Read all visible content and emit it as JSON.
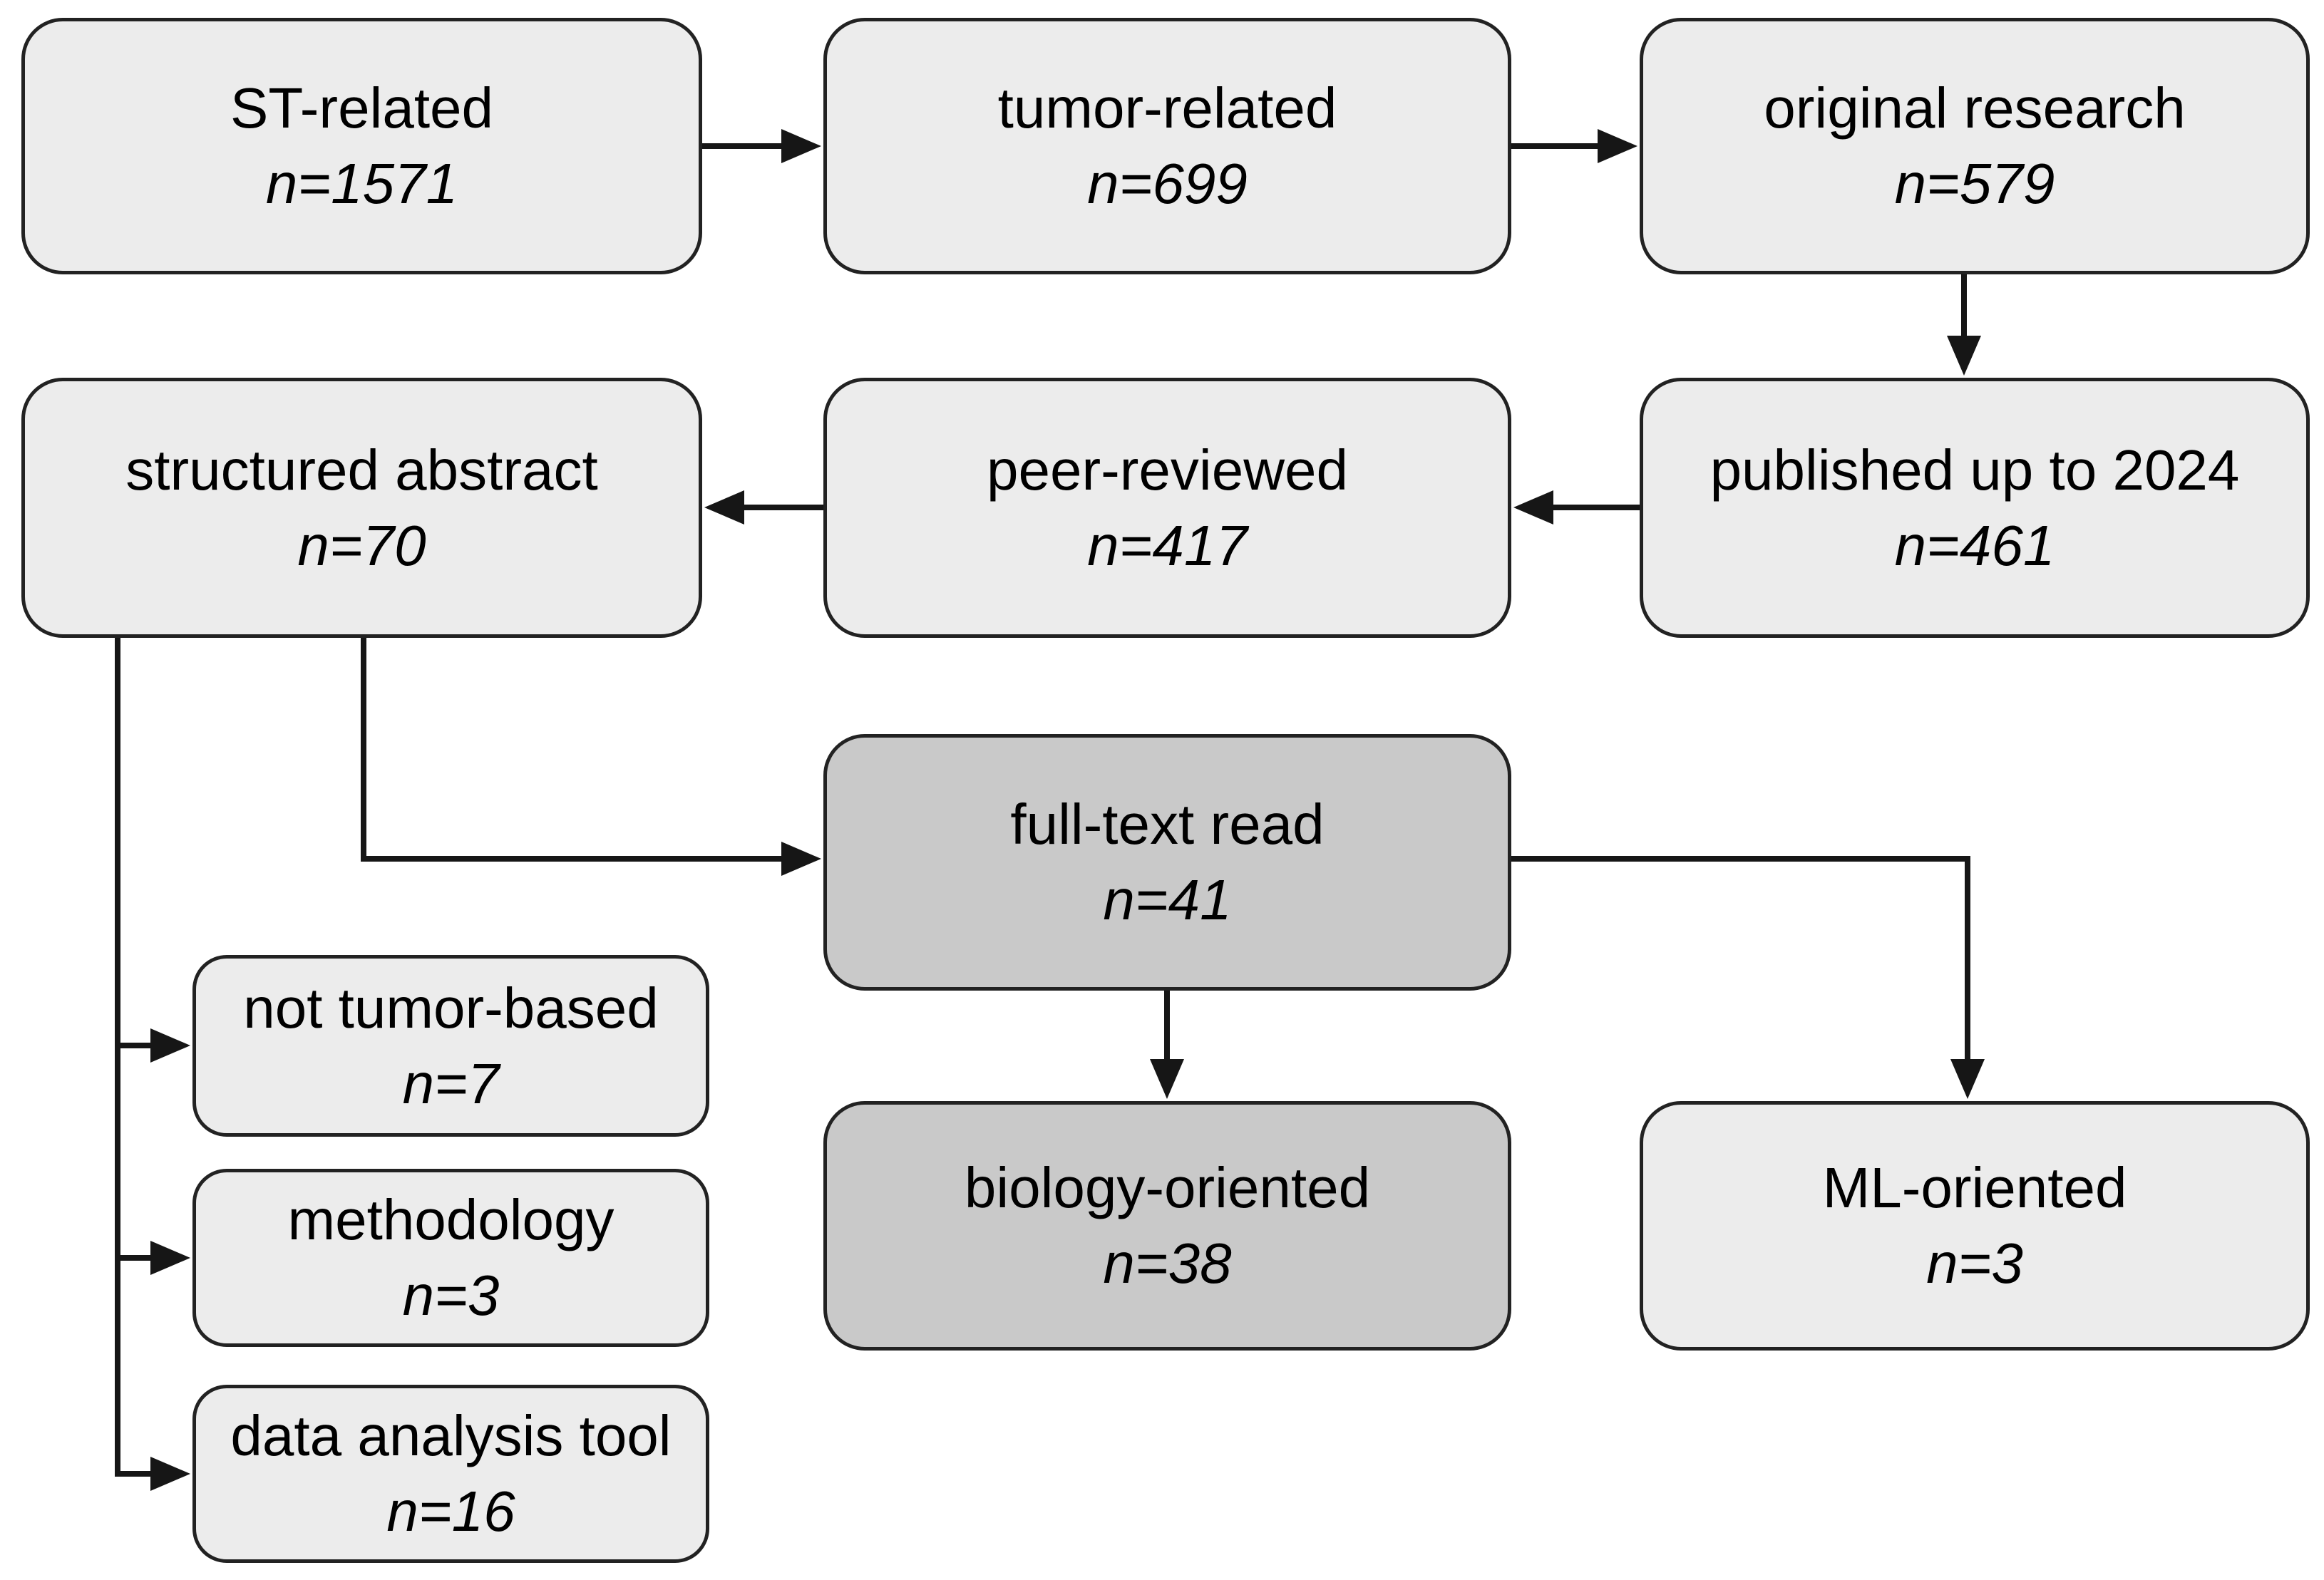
{
  "diagram": {
    "type": "flowchart",
    "description": "Literature screening flow diagram",
    "colors": {
      "background": "#ffffff",
      "box_fill_light": "#ececec",
      "box_fill_dark": "#c9c9c9",
      "box_border": "#222222",
      "connector": "#161616",
      "text": "#000000"
    },
    "nodes": [
      {
        "id": "st_related",
        "label": "ST-related",
        "count": "n=1571",
        "variant": "light"
      },
      {
        "id": "tumor_related",
        "label": "tumor-related",
        "count": "n=699",
        "variant": "light"
      },
      {
        "id": "original_research",
        "label": "original research",
        "count": "n=579",
        "variant": "light"
      },
      {
        "id": "structured_abstract",
        "label": "structured abstract",
        "count": "n=70",
        "variant": "light"
      },
      {
        "id": "peer_reviewed",
        "label": "peer-reviewed",
        "count": "n=417",
        "variant": "light"
      },
      {
        "id": "published_up_to_2024",
        "label": "published up to 2024",
        "count": "n=461",
        "variant": "light"
      },
      {
        "id": "full_text_read",
        "label": "full-text read",
        "count": "n=41",
        "variant": "dark"
      },
      {
        "id": "not_tumor_based",
        "label": "not tumor-based",
        "count": "n=7",
        "variant": "light"
      },
      {
        "id": "methodology",
        "label": "methodology",
        "count": "n=3",
        "variant": "light"
      },
      {
        "id": "data_analysis_tool",
        "label": "data analysis tool",
        "count": "n=16",
        "variant": "light"
      },
      {
        "id": "biology_oriented",
        "label": "biology-oriented",
        "count": "n=38",
        "variant": "dark"
      },
      {
        "id": "ml_oriented",
        "label": "ML-oriented",
        "count": "n=3",
        "variant": "light"
      }
    ],
    "edges": [
      {
        "from": "st_related",
        "to": "tumor_related"
      },
      {
        "from": "tumor_related",
        "to": "original_research"
      },
      {
        "from": "original_research",
        "to": "published_up_to_2024"
      },
      {
        "from": "published_up_to_2024",
        "to": "peer_reviewed"
      },
      {
        "from": "peer_reviewed",
        "to": "structured_abstract"
      },
      {
        "from": "structured_abstract",
        "to": "full_text_read"
      },
      {
        "from": "structured_abstract",
        "to": "not_tumor_based"
      },
      {
        "from": "structured_abstract",
        "to": "methodology"
      },
      {
        "from": "structured_abstract",
        "to": "data_analysis_tool"
      },
      {
        "from": "full_text_read",
        "to": "biology_oriented"
      },
      {
        "from": "full_text_read",
        "to": "ml_oriented"
      }
    ]
  }
}
